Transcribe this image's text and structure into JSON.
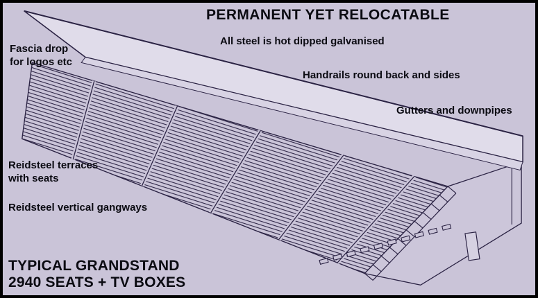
{
  "title": "PERMANENT YET RELOCATABLE",
  "annotations": {
    "steel": "All steel is hot dipped galvanised",
    "handrails": "Handrails round back and sides",
    "gutters": "Gutters and downpipes",
    "fascia": {
      "line1": "Fascia drop",
      "line2": "for logos etc"
    },
    "terraces": {
      "line1": "Reidsteel terraces",
      "line2": "with seats"
    },
    "gangways": "Reidsteel vertical gangways"
  },
  "footer": {
    "line1": "TYPICAL GRANDSTAND",
    "line2": "2940 SEATS + TV BOXES"
  },
  "colors": {
    "background": "#cac4d8",
    "line": "#2b2344",
    "roof_fill": "#e0dcea",
    "text": "#0b0b12"
  }
}
